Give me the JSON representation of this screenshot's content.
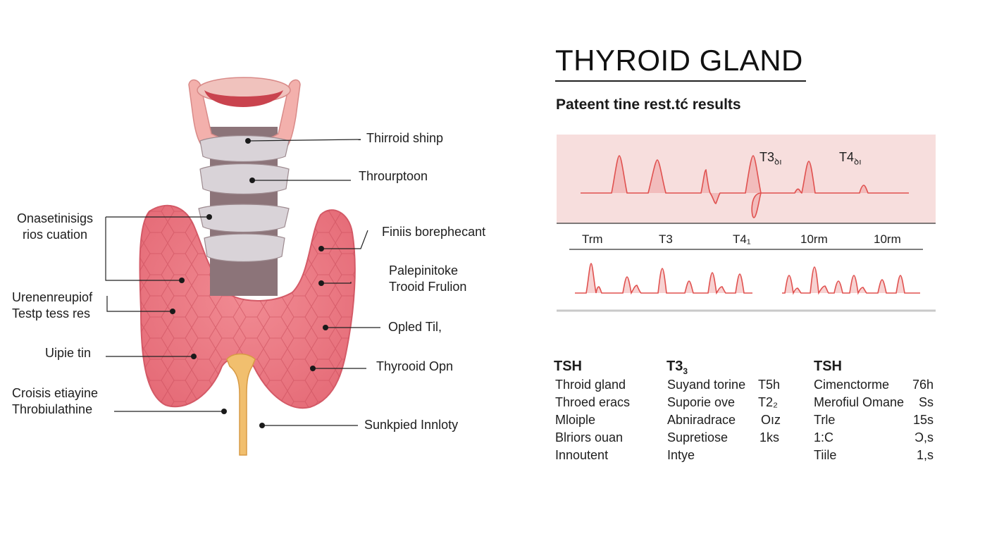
{
  "header": {
    "title": "THYROID GLAND",
    "subtitle": "Pateent tine rest.tć results"
  },
  "left_labels": [
    [
      "Onasetinisigs",
      "rios cuation"
    ],
    [
      "Urenenreupiof",
      "Testp tess res"
    ],
    [
      "Uipie tin"
    ],
    [
      "Croisis etiayine",
      "Throbiulathine"
    ]
  ],
  "right_labels": [
    [
      "Thirroid shinp"
    ],
    [
      "Throurptoon"
    ],
    [
      "Finiis borephecant"
    ],
    [
      "Palepinitoke",
      "Trooid Frulion"
    ],
    [
      "Opled Til,"
    ],
    [
      "Thyrooid Opn"
    ],
    [
      "Sunkpied  Innloty"
    ]
  ],
  "chart": {
    "peak_label_t3": "T3",
    "peak_label_t3_sub": "ꝺı",
    "peak_label_t4": "T4",
    "peak_label_t4_sub": "ꝺı",
    "axis_ticks": [
      "Trm",
      "T3",
      "T4₁",
      "10rm",
      "10rm"
    ]
  },
  "results": {
    "col1": {
      "header": "TSH",
      "rows": [
        "Throid gland",
        "Throed eracs",
        "Mloiple",
        "Blriors ouan",
        "Innoutent"
      ]
    },
    "col2": {
      "header": "T3",
      "header_sub": "3",
      "rows": [
        "Suyand torine",
        "Suporie ove",
        "Abniradrace",
        "Supretiose",
        "Intye"
      ],
      "values": [
        "T5h",
        "T2₂",
        "Oız",
        "1ks",
        ""
      ]
    },
    "col3": {
      "header": "TSH",
      "rows": [
        "Cimenctorme",
        "Merofiul Omane",
        "Trle",
        "1:C",
        "Tiile"
      ],
      "values": [
        "76h",
        "Ss",
        "15s",
        "Ɔ,s",
        "1,s"
      ]
    }
  },
  "colors": {
    "tissue": "#ec7a83",
    "tissue_dark": "#d9606b",
    "trachea_pink": "#f3b0ac",
    "ring_gray": "#d9d3d8",
    "ring_dark": "#8c7479",
    "stalk": "#f1bf6e",
    "chart_bg": "#f7dedd",
    "signal": "#e0514f"
  }
}
